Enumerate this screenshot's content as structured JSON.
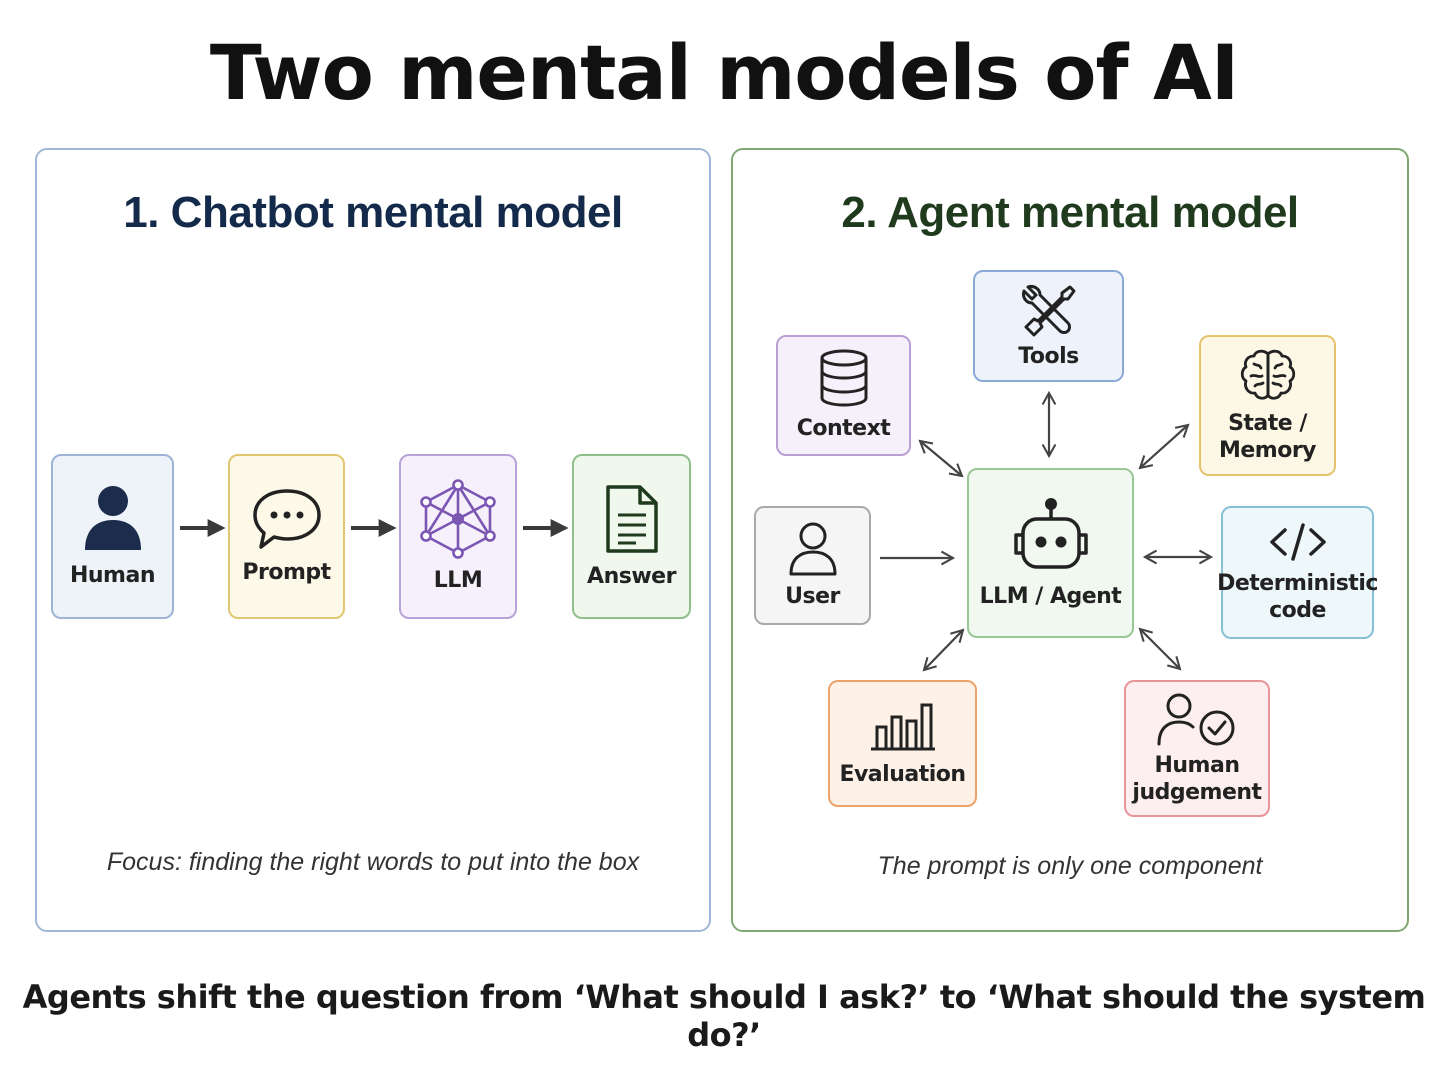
{
  "title": "Two mental models of AI",
  "chatbot": {
    "title": "1. Chatbot mental model",
    "nodes": {
      "human": "Human",
      "prompt": "Prompt",
      "llm": "LLM",
      "answer": "Answer"
    },
    "caption": "Focus: finding the right words to put into the box"
  },
  "agent": {
    "title": "2. Agent mental model",
    "nodes": {
      "context": "Context",
      "tools": "Tools",
      "state": "State /\nMemory",
      "user": "User",
      "center": "LLM / Agent",
      "code": "Deterministic\ncode",
      "evaluation": "Evaluation",
      "judgement": "Human\njudgement"
    },
    "caption": "The prompt is only one component"
  },
  "footer": "Agents shift the question from ‘What should I ask?’ to ‘What should the system do?’",
  "colors": {
    "chatbot_border": "#9fb8d8",
    "agent_border": "#7fa874",
    "icon_navy": "#1b2c4c",
    "icon_purple": "#7b57b3"
  },
  "icons": {
    "human": "person-icon",
    "prompt": "speech-bubble-icon",
    "llm": "network-hexagon-icon",
    "answer": "document-icon",
    "context": "database-icon",
    "tools": "wrench-screwdriver-icon",
    "state": "brain-icon",
    "user": "user-outline-icon",
    "center": "robot-icon",
    "code": "code-brackets-icon",
    "evaluation": "bar-chart-icon",
    "judgement": "person-check-icon"
  }
}
